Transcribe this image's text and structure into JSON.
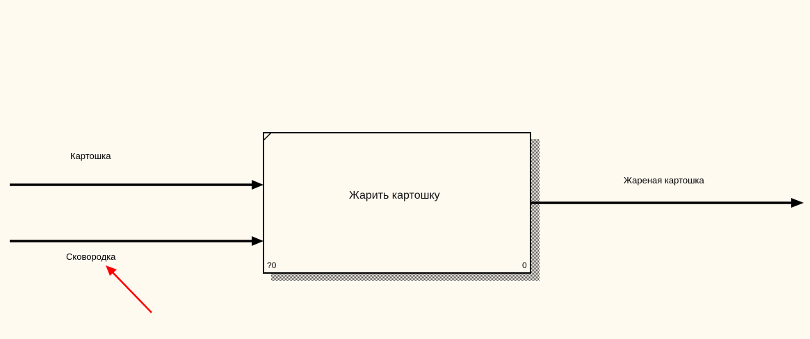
{
  "diagram": {
    "box": {
      "title": "Жарить картошку",
      "node_number": "?0",
      "cost": "0"
    },
    "inputs": [
      {
        "label": "Картошка"
      },
      {
        "label": "Сковородка"
      }
    ],
    "outputs": [
      {
        "label": "Жареная картошка"
      }
    ],
    "colors": {
      "background": "#fffaf0",
      "line": "#000000",
      "annotation_arrow": "#ff0000"
    }
  }
}
